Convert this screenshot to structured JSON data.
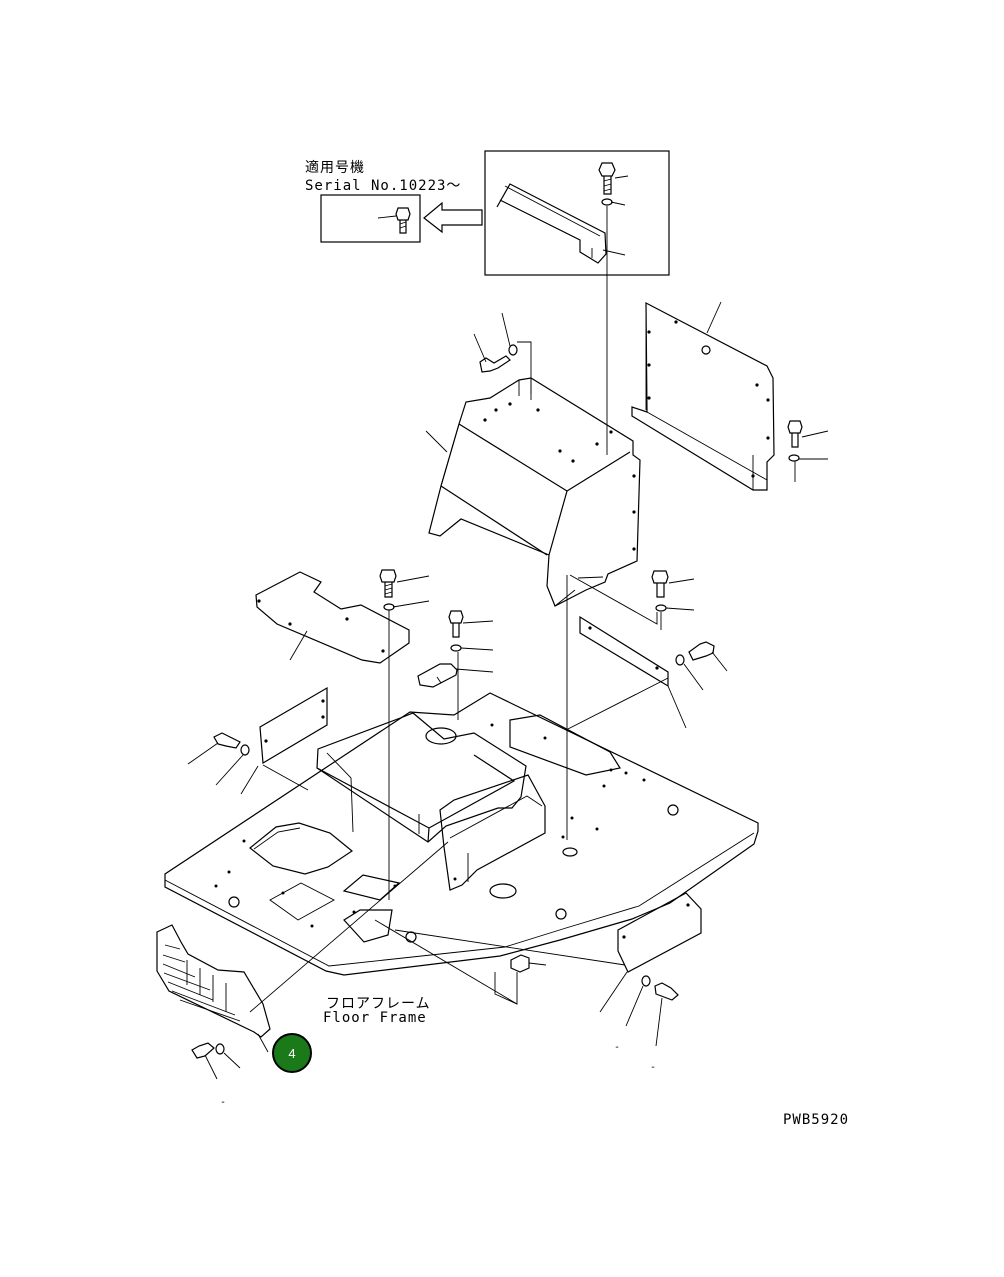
{
  "serial": {
    "applicable_label": "適用号機",
    "serial_text": "Serial No.10223～"
  },
  "floor_frame": {
    "label_jp": "フロアフレーム",
    "label_en": "Floor Frame"
  },
  "callout": {
    "number": "4",
    "color": "#1a7a1a"
  },
  "drawing_code": "PWB5920",
  "small_marks": {
    "mark_a": "-",
    "mark_b": "-",
    "mark_c": "-"
  }
}
